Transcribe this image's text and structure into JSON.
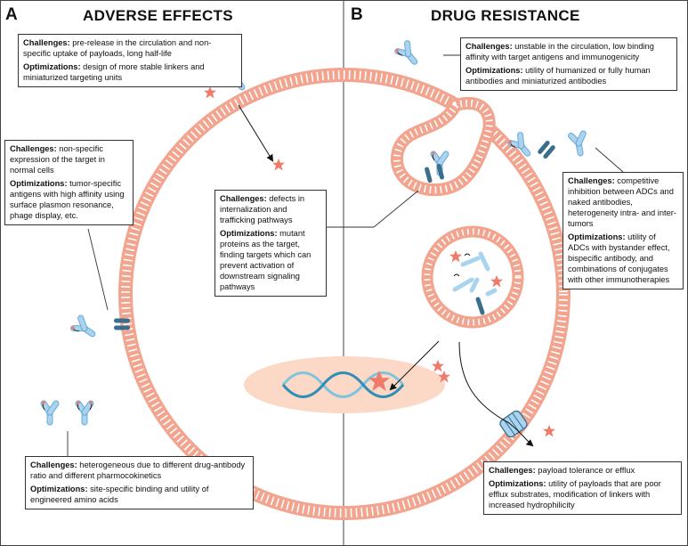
{
  "panels": {
    "a": {
      "letter": "A",
      "title": "ADVERSE EFFECTS"
    },
    "b": {
      "letter": "B",
      "title": "DRUG RESISTANCE"
    }
  },
  "notes": {
    "release": {
      "challenges_label": "Challenges:",
      "challenges": "pre-release in the circulation and non-specific uptake of payloads, long half-life",
      "optimizations_label": "Optimizations:",
      "optimizations": "design of more stable linkers and miniaturized targeting units"
    },
    "specificity": {
      "challenges_label": "Challenges:",
      "challenges": "non-specific expression of the target in normal cells",
      "optimizations_label": "Optimizations:",
      "optimizations": "tumor-specific antigens with high affinity using surface plasmon resonance, phage display, etc."
    },
    "heterogeneous": {
      "challenges_label": "Challenges:",
      "challenges": "heterogeneous due to different drug-antibody ratio and different pharmocokinetics",
      "optimizations_label": "Optimizations:",
      "optimizations": "site-specific binding and utility of engineered amino acids"
    },
    "internalization": {
      "challenges_label": "Challenges:",
      "challenges": "defects in internalization and trafficking pathways",
      "optimizations_label": "Optimizations:",
      "optimizations": "mutant proteins as the target, finding targets which can prevent activation of downstream signaling pathways"
    },
    "unstable": {
      "challenges_label": "Challenges:",
      "challenges": "unstable in the circulation, low binding affinity with target antigens and immunogenicity",
      "optimizations_label": "Optimizations:",
      "optimizations": "utility of humanized or fully human antibodies and miniaturized antibodies"
    },
    "competitive": {
      "challenges_label": "Challenges:",
      "challenges": "competitive inhibition between ADCs and naked antibodies, heterogeneity intra- and inter-tumors",
      "optimizations_label": "Optimizations:",
      "optimizations": "utility of ADCs with bystander effect, bispecific antibody, and combinations of conjugates with other immunotherapies"
    },
    "efflux": {
      "challenges_label": "Challenges:",
      "challenges": "payload tolerance or efflux",
      "optimizations_label": "Optimizations:",
      "optimizations": "utility of payloads that are poor efflux substrates, modification of linkers with increased hydrophilicity"
    }
  },
  "colors": {
    "membrane": "#f2a48f",
    "membrane_fill": "#fff6f2",
    "antibody": "#a9d3ee",
    "antibody_stroke": "#6aaad6",
    "receptor": "#3a6e8c",
    "payload": "#ef7b6b",
    "dna_dark": "#2f8fb8",
    "dna_light": "#7ec4de",
    "nucleus": "#fbd9c6"
  }
}
